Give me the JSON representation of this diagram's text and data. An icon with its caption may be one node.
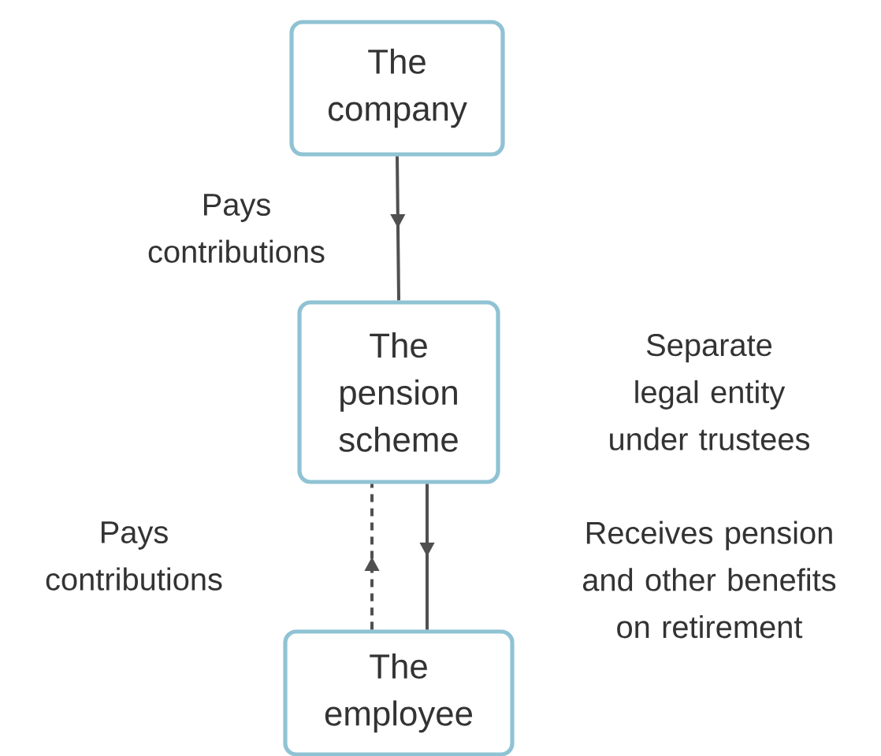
{
  "diagram": {
    "nodes": [
      {
        "text": [
          "The company"
        ]
      },
      {
        "text": [
          "The pension scheme"
        ],
        "beside": [
          "Separate legal entity under trustees"
        ]
      },
      {
        "text": [
          "The employee"
        ]
      }
    ],
    "edges": [
      {
        "from": 0,
        "to": 1,
        "arrow": "to",
        "label": "Pays contributions"
      },
      {
        "from": 2,
        "to": 1,
        "arrow": "to",
        "style": "dashed",
        "label": "Pays contributions"
      },
      {
        "from": 1,
        "to": 2,
        "arrow": "to",
        "label": "Receives pension and other benefits on retirement"
      }
    ]
  }
}
